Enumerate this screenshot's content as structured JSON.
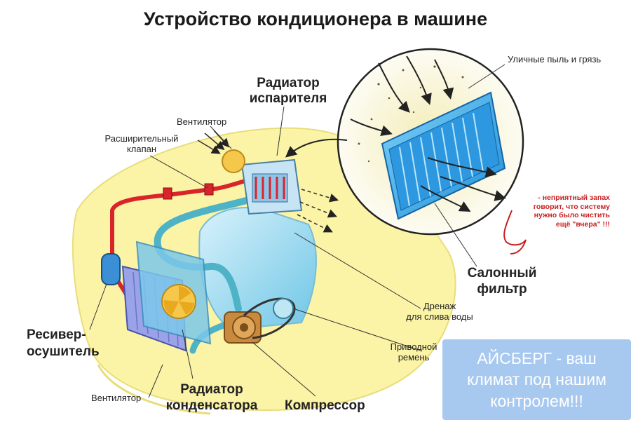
{
  "title": "Устройство кондиционера в машине",
  "labels": {
    "dust": "Уличные пыль и грязь",
    "evaporator_line1": "Радиатор",
    "evaporator_line2": "испарителя",
    "fan_top": "Вентилятор",
    "valve_line1": "Расширительный",
    "valve_line2": "клапан",
    "receiver_line1": "Ресивер-",
    "receiver_line2": "осушитель",
    "fan_bottom": "Вентилятор",
    "condenser_line1": "Радиатор",
    "condenser_line2": "конденсатора",
    "compressor": "Компрессор",
    "drain_line1": "Дренаж",
    "drain_line2": "для слива воды",
    "belt_line1": "Приводной",
    "belt_line2": "ремень",
    "filter_line1": "Салонный",
    "filter_line2": "фильтр"
  },
  "warning": {
    "line1": "- неприятный запах",
    "line2": "говорит, что систему",
    "line3": "нужно было чистить",
    "line4": "ещё \"вчера\" !!!"
  },
  "promo": {
    "line1": "АЙСБЕРГ - ваш",
    "line2": "климат под нашим",
    "line3": "контролем!!!"
  },
  "colors": {
    "yellow_bg": "#fbf4a6",
    "filter_blue": "#3aa6e6",
    "pipe_red": "#d9242a",
    "pipe_teal": "#4fb3c8",
    "promo_bg": "#a7c8ef",
    "warning_red": "#c81f1f"
  }
}
